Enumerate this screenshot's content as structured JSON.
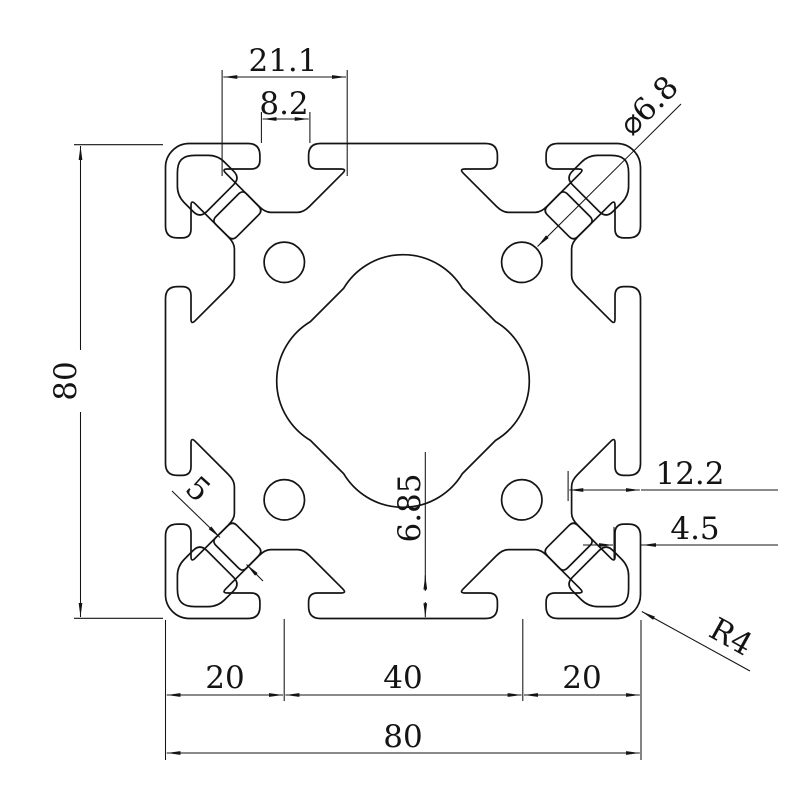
{
  "drawing": {
    "kind": "aluminum-extrusion-profile-cross-section",
    "background_color": "#ffffff",
    "line_color": "#141414"
  },
  "dims": {
    "slot_inner_width": "21.1",
    "slot_opening": "8.2",
    "hole_dia": "⌀6.8",
    "height": "80",
    "bottom_left": "20",
    "bottom_mid": "40",
    "bottom_right": "20",
    "width": "80",
    "slot_depth": "12.2",
    "lip_depth": "4.5",
    "wall": "6.85",
    "web": "5",
    "corner": "R4"
  }
}
